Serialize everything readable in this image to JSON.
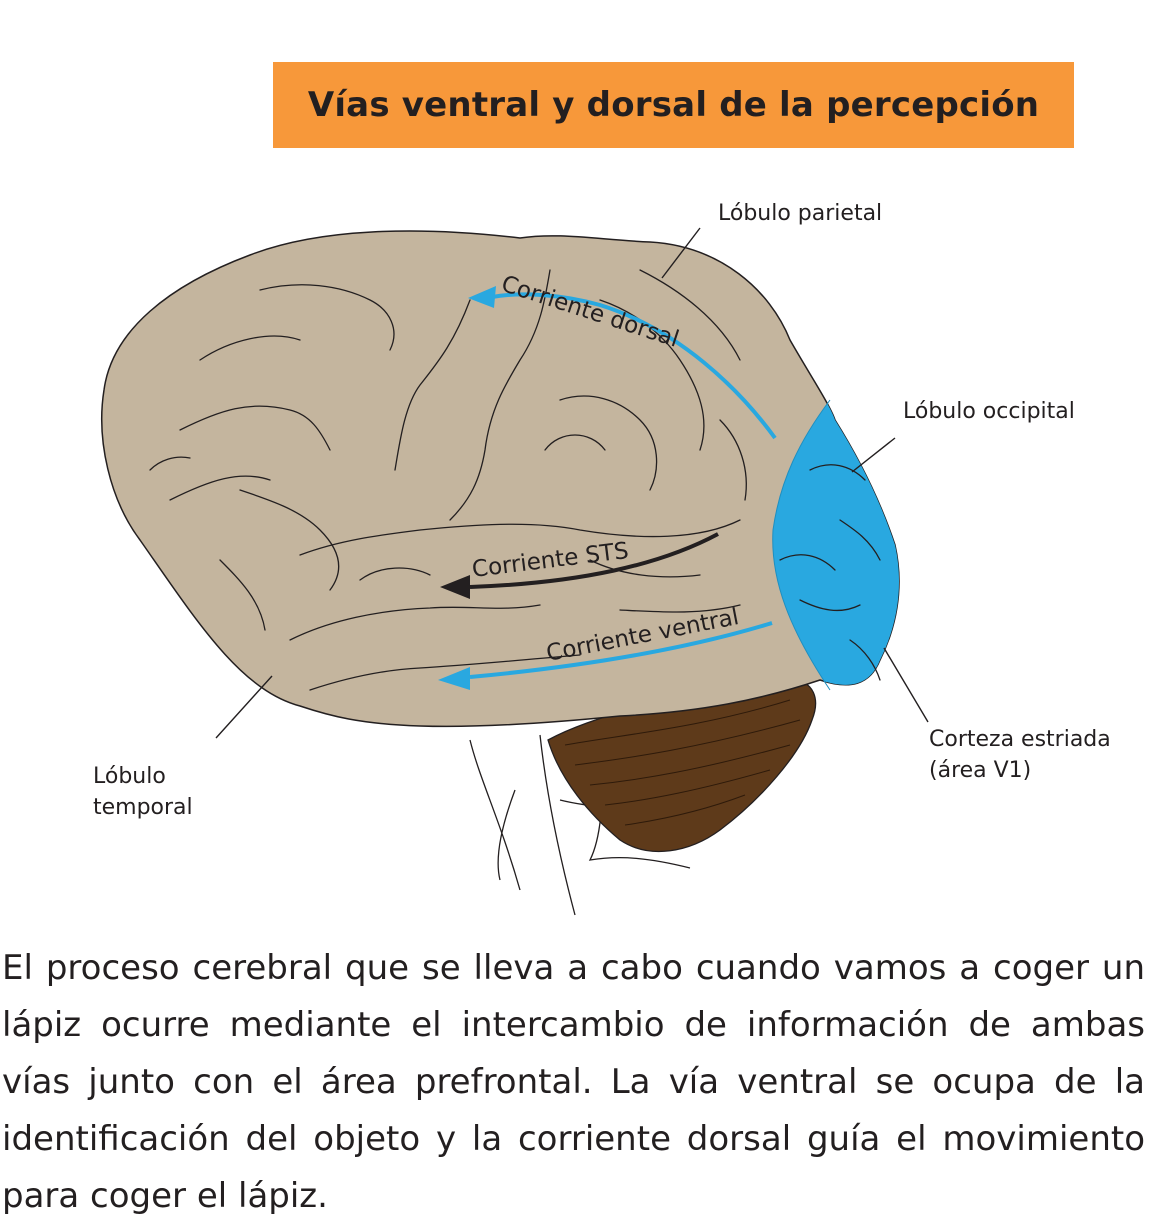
{
  "title": "Vías ventral y dorsal de la percepción",
  "labels": {
    "parietal": "Lóbulo parietal",
    "occipital": "Lóbulo occipital",
    "temporal_line1": "Lóbulo",
    "temporal_line2": "temporal",
    "striate_line1": "Corteza estriada",
    "striate_line2": "(área V1)"
  },
  "streams": {
    "dorsal": "Corriente dorsal",
    "sts": "Corriente STS",
    "ventral": "Corriente ventral"
  },
  "paragraph": "El proceso cerebral que se lleva a cabo cuando vamos a coger un lápiz ocurre mediante el intercambio de información de ambas vías junto con el área prefrontal. La vía ventral se ocupa de la identificación del objeto y la corriente dorsal guía el movimiento para coger el lápiz.",
  "colors": {
    "title_bg": "#f7983a",
    "brain": "#c4b59e",
    "occipital": "#29a8e0",
    "cerebellum": "#5e3a1a",
    "arrow_blue": "#29a8e0",
    "arrow_black": "#231f20"
  }
}
